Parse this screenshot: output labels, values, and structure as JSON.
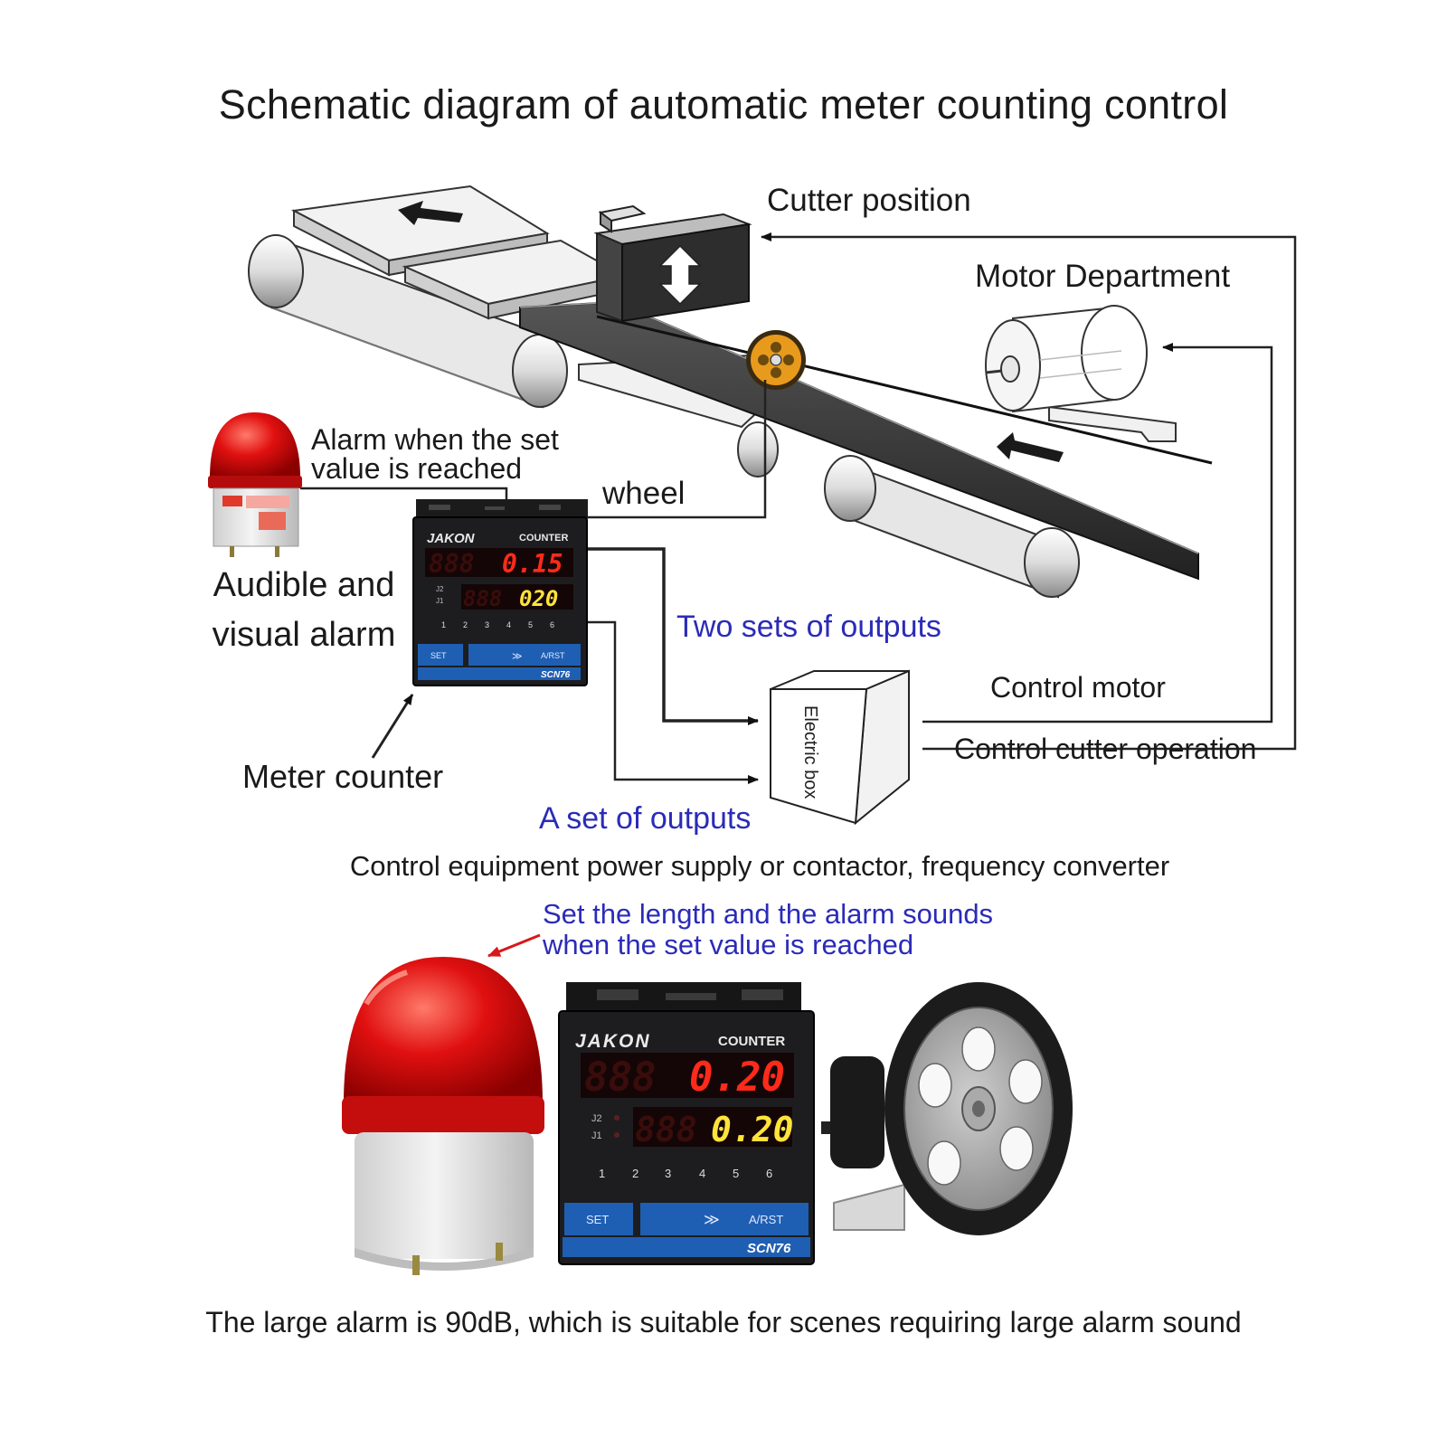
{
  "title": "Schematic diagram of automatic meter counting control",
  "labels": {
    "cutter_position": "Cutter position",
    "motor_department": "Motor Department",
    "alarm_when_set": "Alarm when the set value is reached",
    "wheel": "wheel",
    "audible_visual_alarm": "Audible and visual alarm",
    "two_sets_outputs": "Two sets of outputs",
    "control_motor": "Control motor",
    "control_cutter": "Control cutter operation",
    "meter_counter": "Meter counter",
    "one_set_outputs": "A set of outputs",
    "electric_box": "Electric box",
    "control_equipment": "Control equipment power supply or contactor, frequency converter",
    "set_length_alarm": "Set the length and the alarm sounds when the set value is reached",
    "large_alarm": "The large alarm is 90dB, which is suitable for scenes requiring large alarm sound"
  },
  "counter_small": {
    "brand": "JAKON",
    "type": "COUNTER",
    "display_top": "0.15",
    "display_bottom": "020",
    "indicator_j2": "J2",
    "indicator_j1": "J1",
    "keys": [
      "1",
      "2",
      "3",
      "4",
      "5",
      "6"
    ],
    "set_button": "SET",
    "shift_button": "≫",
    "rst_button": "A/RST",
    "model": "SCN76"
  },
  "counter_large": {
    "brand": "JAKON",
    "type": "COUNTER",
    "display_top": "0.20",
    "display_bottom": "0.20",
    "indicator_j2": "J2",
    "indicator_j1": "J1",
    "keys": [
      "1",
      "2",
      "3",
      "4",
      "5",
      "6"
    ],
    "set_button": "SET",
    "shift_button": "≫",
    "rst_button": "A/RST",
    "model": "SCN76"
  },
  "colors": {
    "label_blue": "#2b2bb8",
    "display_red": "#ff2a1a",
    "display_yellow": "#ffe33a",
    "panel_blue": "#1f5fb3",
    "alarm_red": "#d81818",
    "wheel_orange": "#e89a1c"
  }
}
